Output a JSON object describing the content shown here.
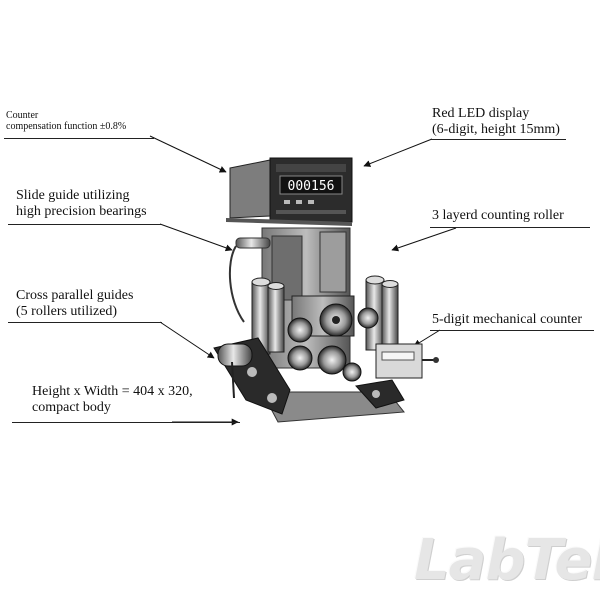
{
  "labels": {
    "counter_compensation": [
      "Counter",
      "compensation function ±0.8%"
    ],
    "red_led": [
      "Red LED display",
      "(6-digit, height 15mm)"
    ],
    "slide_guide": [
      "Slide guide utilizing",
      "high precision bearings"
    ],
    "counting_roller": [
      "3 layerd counting roller"
    ],
    "cross_parallel": [
      "Cross parallel guides",
      "(5 rollers utilized)"
    ],
    "mechanical_counter": [
      "5-digit mechanical counter"
    ],
    "dimensions": [
      "Height x Width = 404 x 320,",
      "compact body"
    ]
  },
  "device": {
    "led_value": "000156"
  },
  "watermark": "LabTek"
}
